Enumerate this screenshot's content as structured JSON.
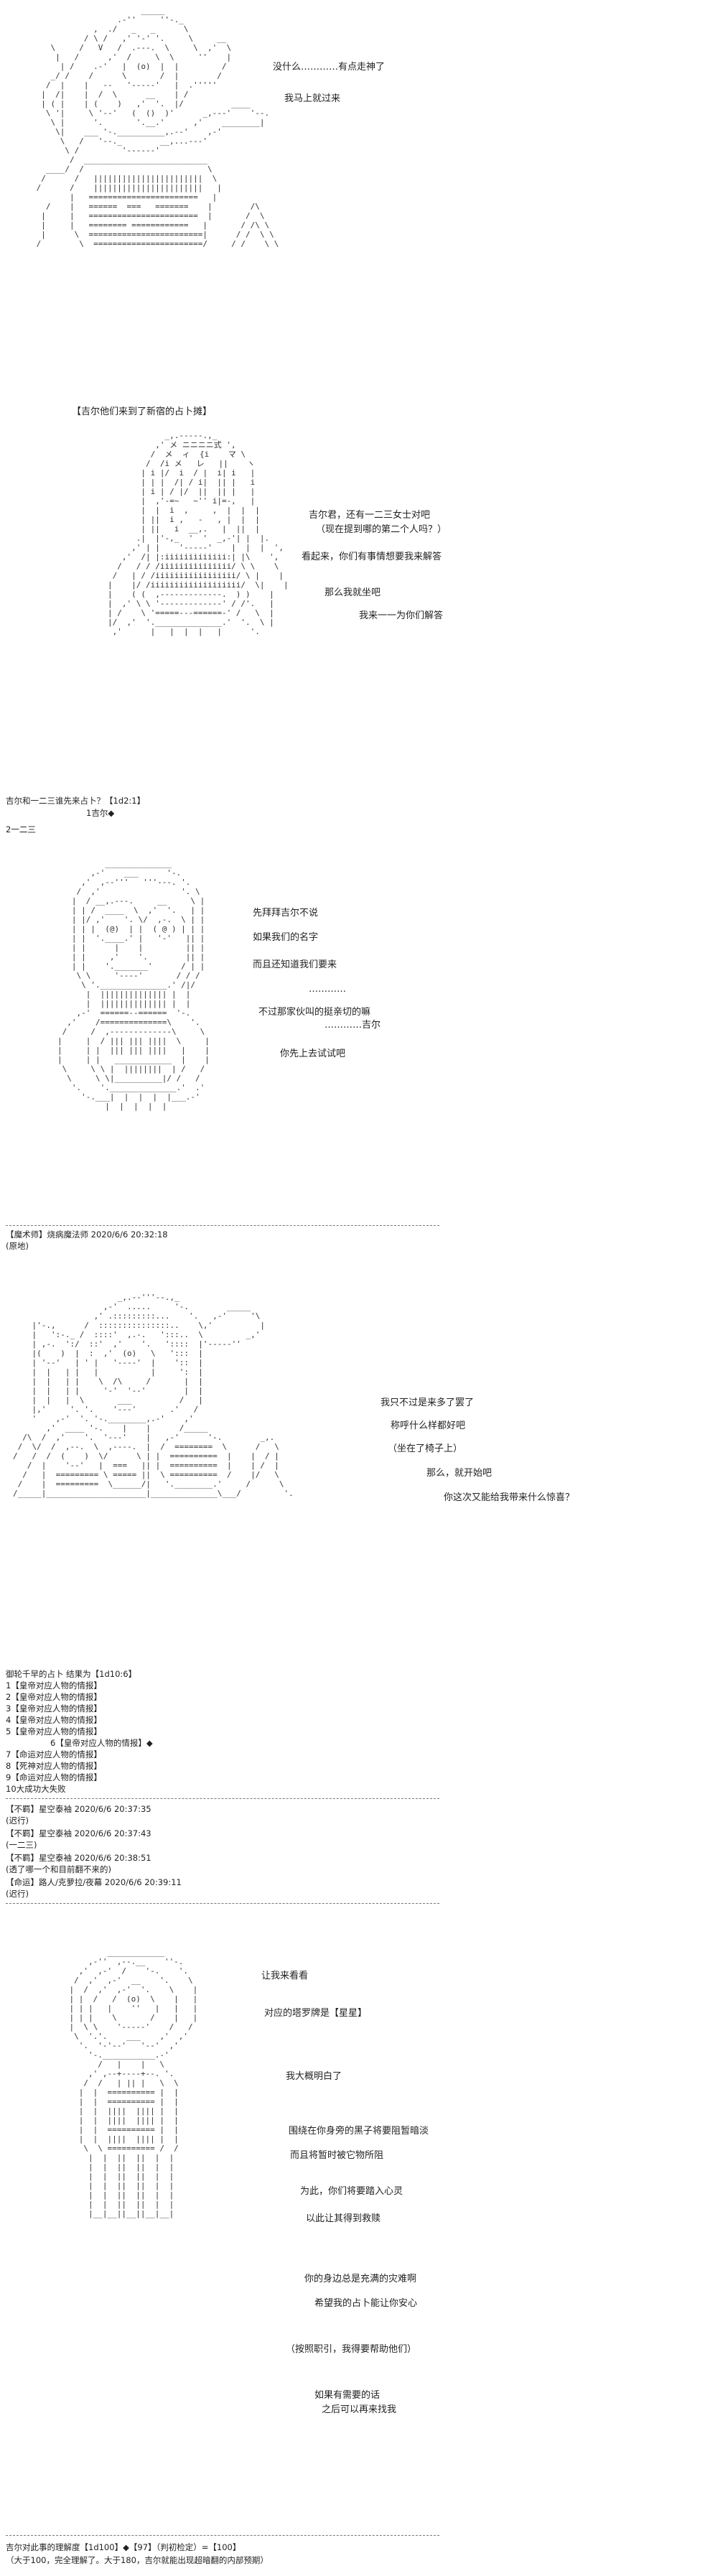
{
  "scene1": {
    "line1": "没什么…………有点走神了",
    "line2": "我马上就过来"
  },
  "scene2": {
    "caption": "【吉尔他们来到了新宿的占卜摊】",
    "d1": "吉尔君，还有一二三女士对吧",
    "d2": "（现在提到哪的第二个人吗？）",
    "d3": "看起来，你们有事情想要我来解答",
    "d4": "那么我就坐吧",
    "d5": "我来一一为你们解答",
    "roll1": "吉尔和一二三谁先来占卜？【1d2:1】",
    "roll2": "1吉尔◆",
    "roll3": "2一二三"
  },
  "scene3": {
    "d1": "先拜拜吉尔不说",
    "d2": "如果我们的名字",
    "d3": "而且还知道我们要来",
    "d4": "…………",
    "d5": "不过那家伙叫的挺亲切的嘛",
    "d6": "…………吉尔",
    "d7": "你先上去试试吧",
    "c1": "【魔术师】烧病魔法师 2020/6/6 20:32:18",
    "c2": "(原地)"
  },
  "scene4": {
    "d1": "我只不过是来多了罢了",
    "d2": "称呼什么样都好吧",
    "d3": "（坐在了椅子上）",
    "d4": "那么，就开始吧",
    "d5": "你这次又能给我带来什么惊喜？",
    "rolls": [
      "御轮千早的占卜 结果为【1d10:6】",
      "1【皇帝对应人物的情报】",
      "2【皇帝对应人物的情报】",
      "3【皇帝对应人物的情报】",
      "4【皇帝对应人物的情报】",
      "5【皇帝对应人物的情报】",
      "6【皇帝对应人物的情报】◆",
      "7【命运对应人物的情报】",
      "8【死神对应人物的情报】",
      "9【命运对应人物的情报】",
      "10大成功大失败"
    ]
  },
  "comments": [
    "【不羁】星空泰袖 2020/6/6 20:37:35",
    "(迟行)",
    "【不羁】星空泰袖 2020/6/6 20:37:43",
    "(一二三)",
    "【不羁】星空泰袖 2020/6/6 20:38:51",
    "(透了哪一个和目前翻不来的)",
    "【命运】路人/克萝拉/夜幕 2020/6/6 20:39:11",
    "(迟行)"
  ],
  "scene5": {
    "d1": "让我来看看",
    "d2": "对应的塔罗牌是【星星】",
    "d3": "我大概明白了",
    "d4": "围绕在你身旁的黑子将要阻暂暗淡",
    "d5": "而且将暂时被它物所阻",
    "d6": "为此，你们将要踏入心灵",
    "d7": "以此让其得到救赎",
    "d8": "你的身边总是充满的灾难啊",
    "d9": "希望我的占卜能让你安心",
    "d10": "（按照职引，我得要帮助他们）",
    "d11": "如果有需要的话",
    "d12": "之后可以再来找我",
    "f1": "吉尔对此事的理解度【1d100】◆【97】（判初检定）=【100】",
    "f2": "（大于100，完全理解了。大于180，吉尔就能出现超暗翻的内部预期）"
  }
}
